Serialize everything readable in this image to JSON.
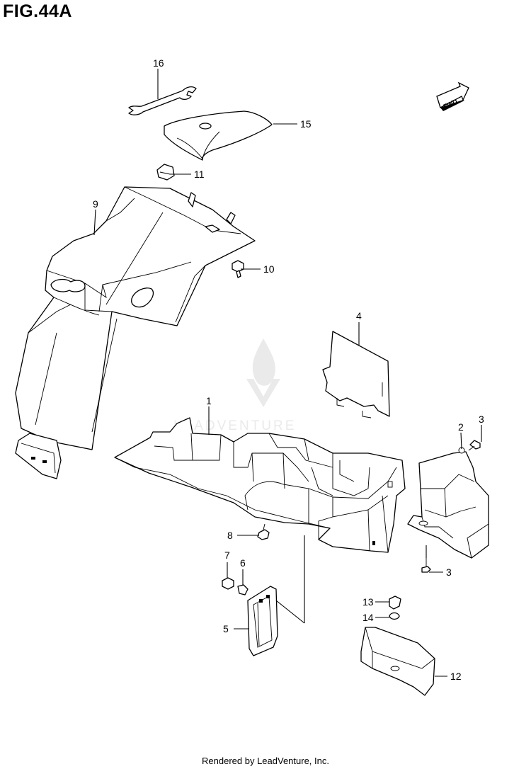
{
  "figure": {
    "title": "FIG.44A"
  },
  "footer": {
    "text": "Rendered by LeadVenture, Inc."
  },
  "watermark": {
    "text": "LEADVENTURE"
  },
  "direction_badge": {
    "text": "FWD"
  },
  "callouts": [
    "16",
    "15",
    "11",
    "9",
    "10",
    "4",
    "1",
    "2",
    "3",
    "8",
    "7",
    "6",
    "5",
    "13",
    "14",
    "12",
    "3"
  ]
}
